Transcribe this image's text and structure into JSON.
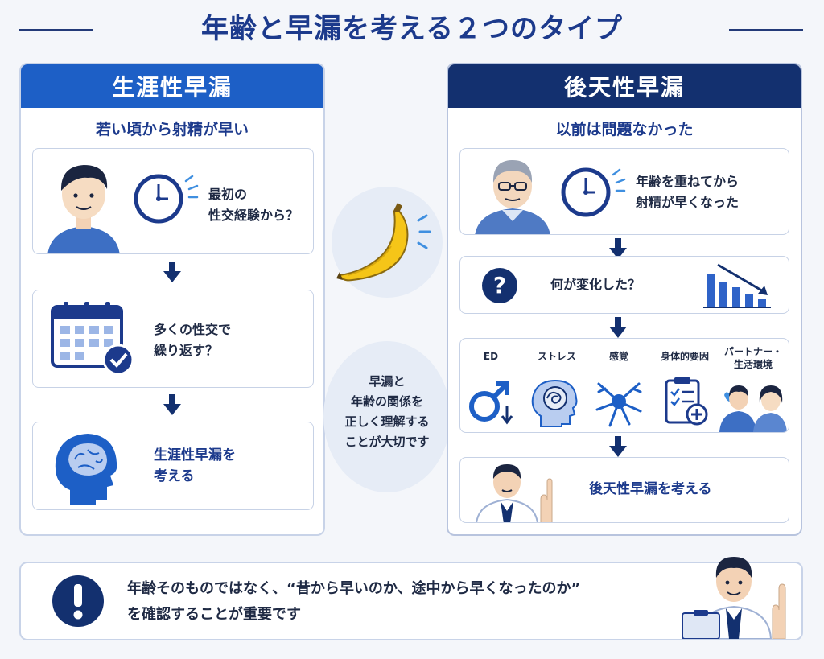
{
  "title": "年齢と早漏を考える２つのタイプ",
  "left": {
    "header": "生涯性早漏",
    "subtitle": "若い頃から射精が早い",
    "step1": [
      "最初の",
      "性交経験から？"
    ],
    "step2": [
      "多くの性交で",
      "繰り返す？"
    ],
    "step3": [
      "生涯性早漏を",
      "考える"
    ]
  },
  "right": {
    "header": "後天性早漏",
    "subtitle": "以前は問題なかった",
    "step1": [
      "年齢を重ねてから",
      "射精が早くなった"
    ],
    "step2": "何が変化した？",
    "factors": [
      "ED",
      "ストレス",
      "感覚",
      "身体的要因",
      "パートナー・",
      "生活環境"
    ],
    "step4": "後天性早漏を考える"
  },
  "center": [
    "早漏と",
    "年齢の関係を",
    "正しく理解する",
    "ことが大切です"
  ],
  "bottom": [
    "年齢そのものではなく、“昔から早いのか、途中から早くなったのか”",
    "を確認することが重要です"
  ],
  "colors": {
    "blue": "#1d5fc6",
    "navy": "#13306f",
    "accent": "#2f63c8",
    "banana": "#f5c518"
  }
}
